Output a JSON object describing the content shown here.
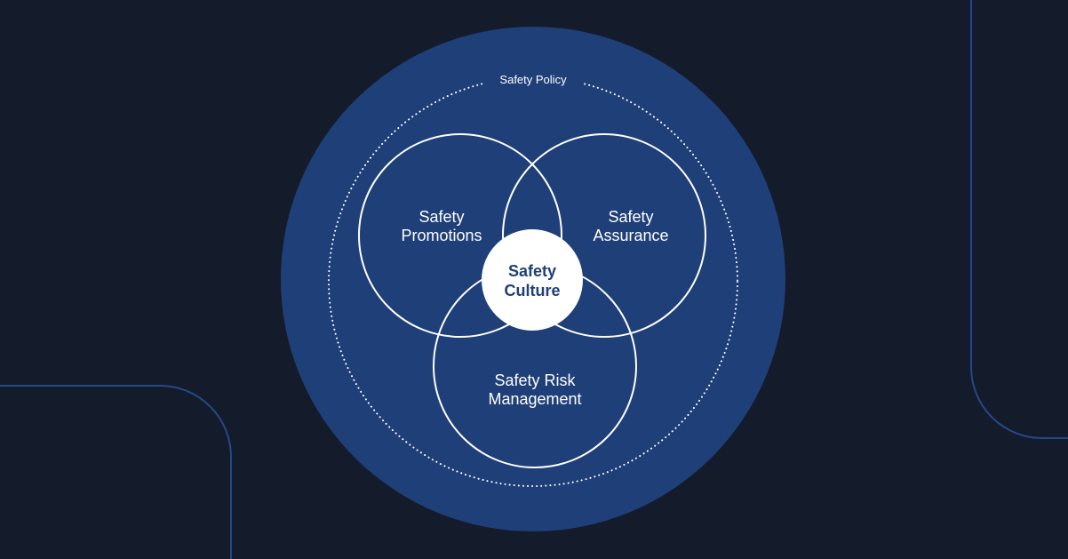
{
  "colors": {
    "background": "#141b2b",
    "outer_circle": "#1f3f78",
    "decor_line": "#23498a",
    "stroke": "#ffffff",
    "center_text": "#1f3f78"
  },
  "diagram": {
    "policy_label": "Safety Policy",
    "circles": {
      "promotions": {
        "line1": "Safety",
        "line2": "Promotions"
      },
      "assurance": {
        "line1": "Safety",
        "line2": "Assurance"
      },
      "risk": {
        "line1": "Safety Risk",
        "line2": "Management"
      }
    },
    "center": {
      "line1": "Safety",
      "line2": "Culture"
    }
  }
}
